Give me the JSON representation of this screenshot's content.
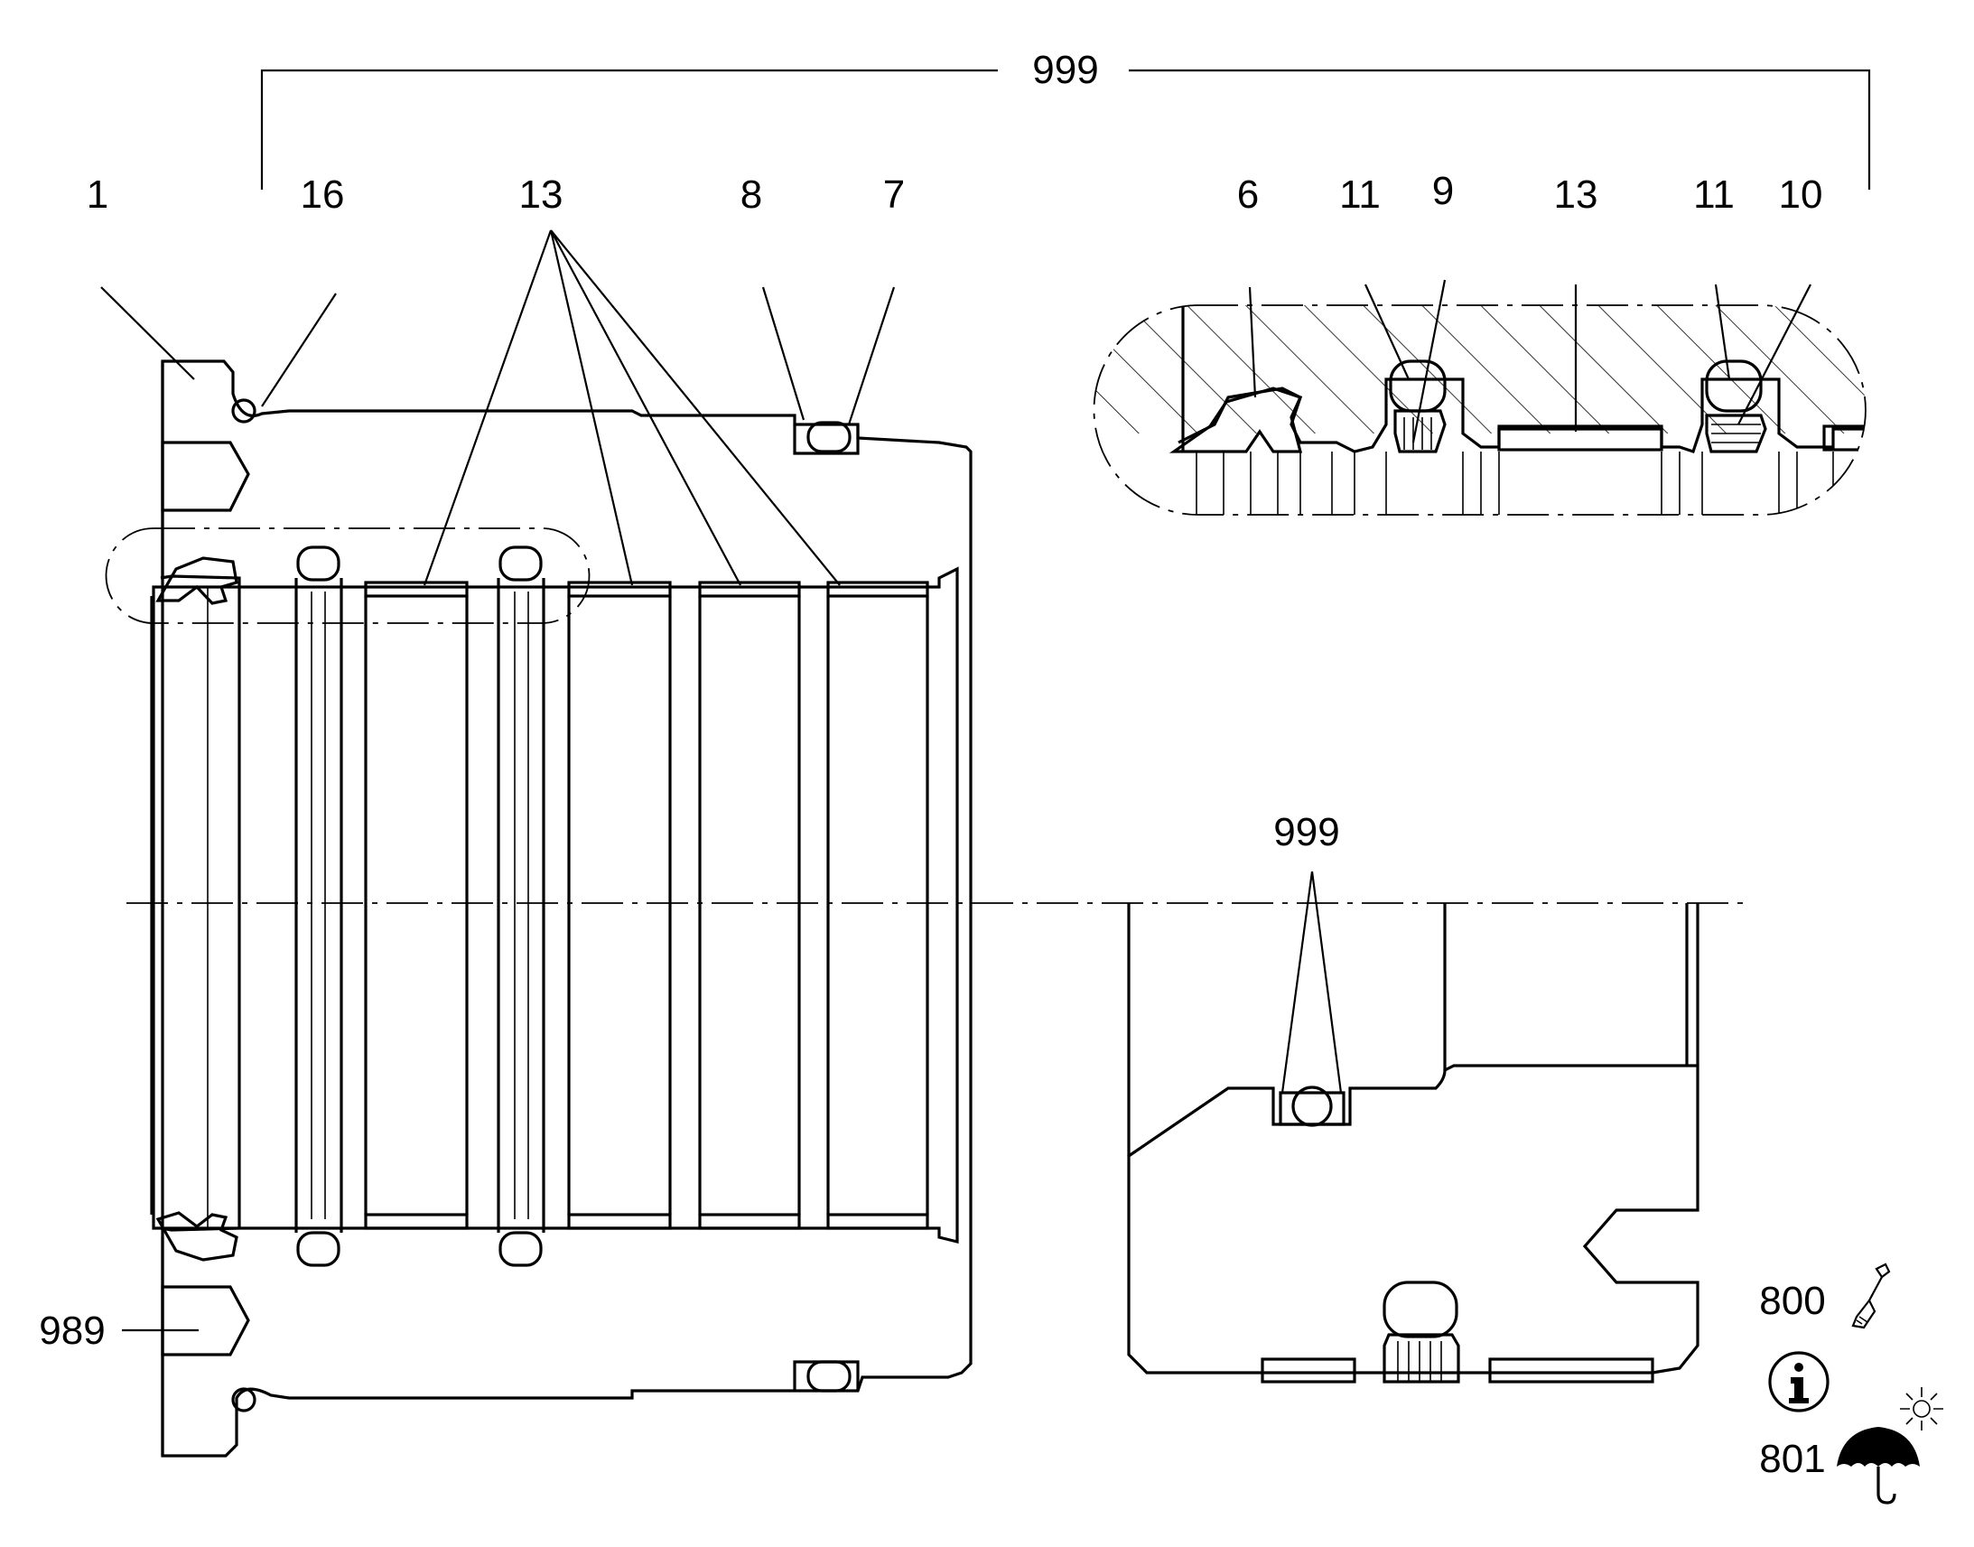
{
  "labels": {
    "top_bracket": "999",
    "l1": "1",
    "l16": "16",
    "l13_main": "13",
    "l8": "8",
    "l7": "7",
    "l6": "6",
    "l11_a": "11",
    "l9": "9",
    "l13_detail": "13",
    "l11_b": "11",
    "l10": "10",
    "l999_lower": "999",
    "l989": "989",
    "l800": "800",
    "l801": "801"
  },
  "icons": [
    "brush-icon",
    "info-icon",
    "umbrella-icon",
    "sun-icon"
  ],
  "colors": {
    "ink": "#000000",
    "paper": "#ffffff"
  }
}
